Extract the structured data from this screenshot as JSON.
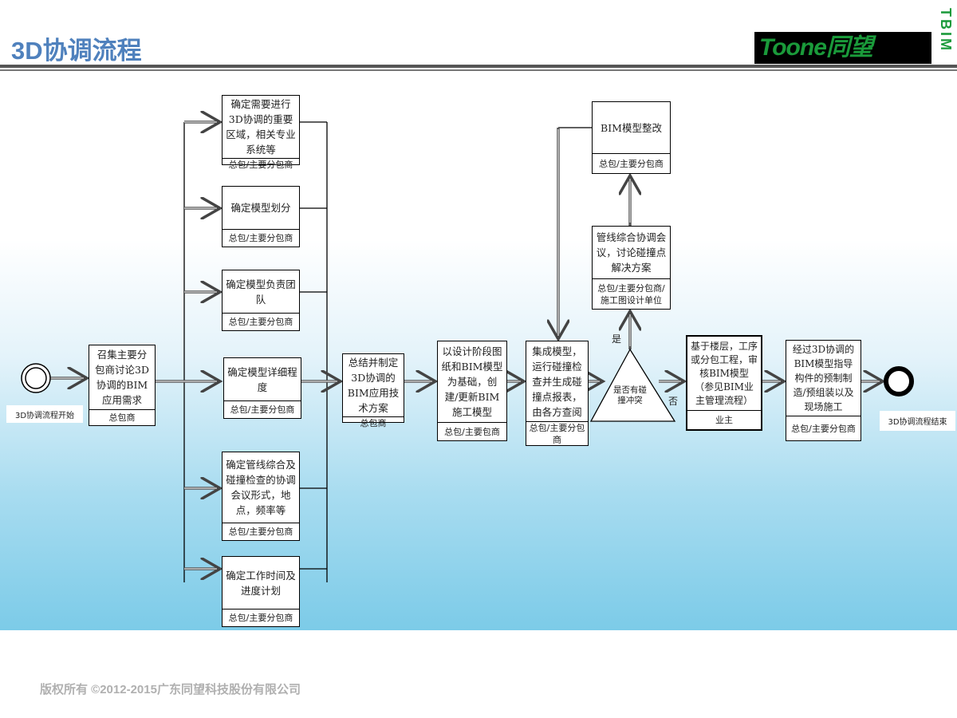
{
  "header": {
    "title": "3D协调流程",
    "logo_text": "Toone同望",
    "logo_side": "TBIM"
  },
  "flow": {
    "start_label": "3D协调流程开始",
    "end_label": "3D协调流程结束",
    "step_gather": {
      "text": "召集主要分包商讨论3D协调的BIM应用需求",
      "role": "总包商"
    },
    "sub_steps": [
      {
        "text": "确定需要进行3D协调的重要区域，相关专业系统等",
        "role": "总包/主要分包商"
      },
      {
        "text": "确定模型划分",
        "role": "总包/主要分包商"
      },
      {
        "text": "确定模型负责团队",
        "role": "总包/主要分包商"
      },
      {
        "text": "确定模型详细程度",
        "role": "总包/主要分包商"
      },
      {
        "text": "确定管线综合及碰撞检查的协调会议形式，地点，频率等",
        "role": "总包/主要分包商"
      },
      {
        "text": "确定工作时间及进度计划",
        "role": "总包/主要分包商"
      }
    ],
    "step_summary": {
      "text": "总结并制定3D协调的BIM应用技术方案",
      "role": "总包商"
    },
    "step_model": {
      "text": "以设计阶段图纸和BIM模型为基础，创建/更新BIM施工模型",
      "role": "总包/主要包商"
    },
    "step_integrate": {
      "text": "集成模型，运行碰撞检查并生成碰撞点报表，由各方查阅",
      "role": "总包/主要分包商"
    },
    "decision": {
      "text": "是否有碰撞冲突",
      "yes": "是",
      "no": "否"
    },
    "step_meeting": {
      "text": "管线综合协调会议，讨论碰撞点解决方案",
      "role": "总包/主要分包商/施工图设计单位"
    },
    "step_revise": {
      "text": "BIM模型整改",
      "role": "总包/主要分包商"
    },
    "step_review": {
      "text": "基于楼层，工序或分包工程，审核BIM模型（参见BIM业主管理流程）",
      "role": "业主"
    },
    "step_construct": {
      "text": "经过3D协调的BIM模型指导构件的预制制造/预组装以及现场施工",
      "role": "总包/主要分包商"
    }
  },
  "footer": {
    "copyright": "版权所有 ©2012-2015广东同望科技股份有限公司"
  }
}
